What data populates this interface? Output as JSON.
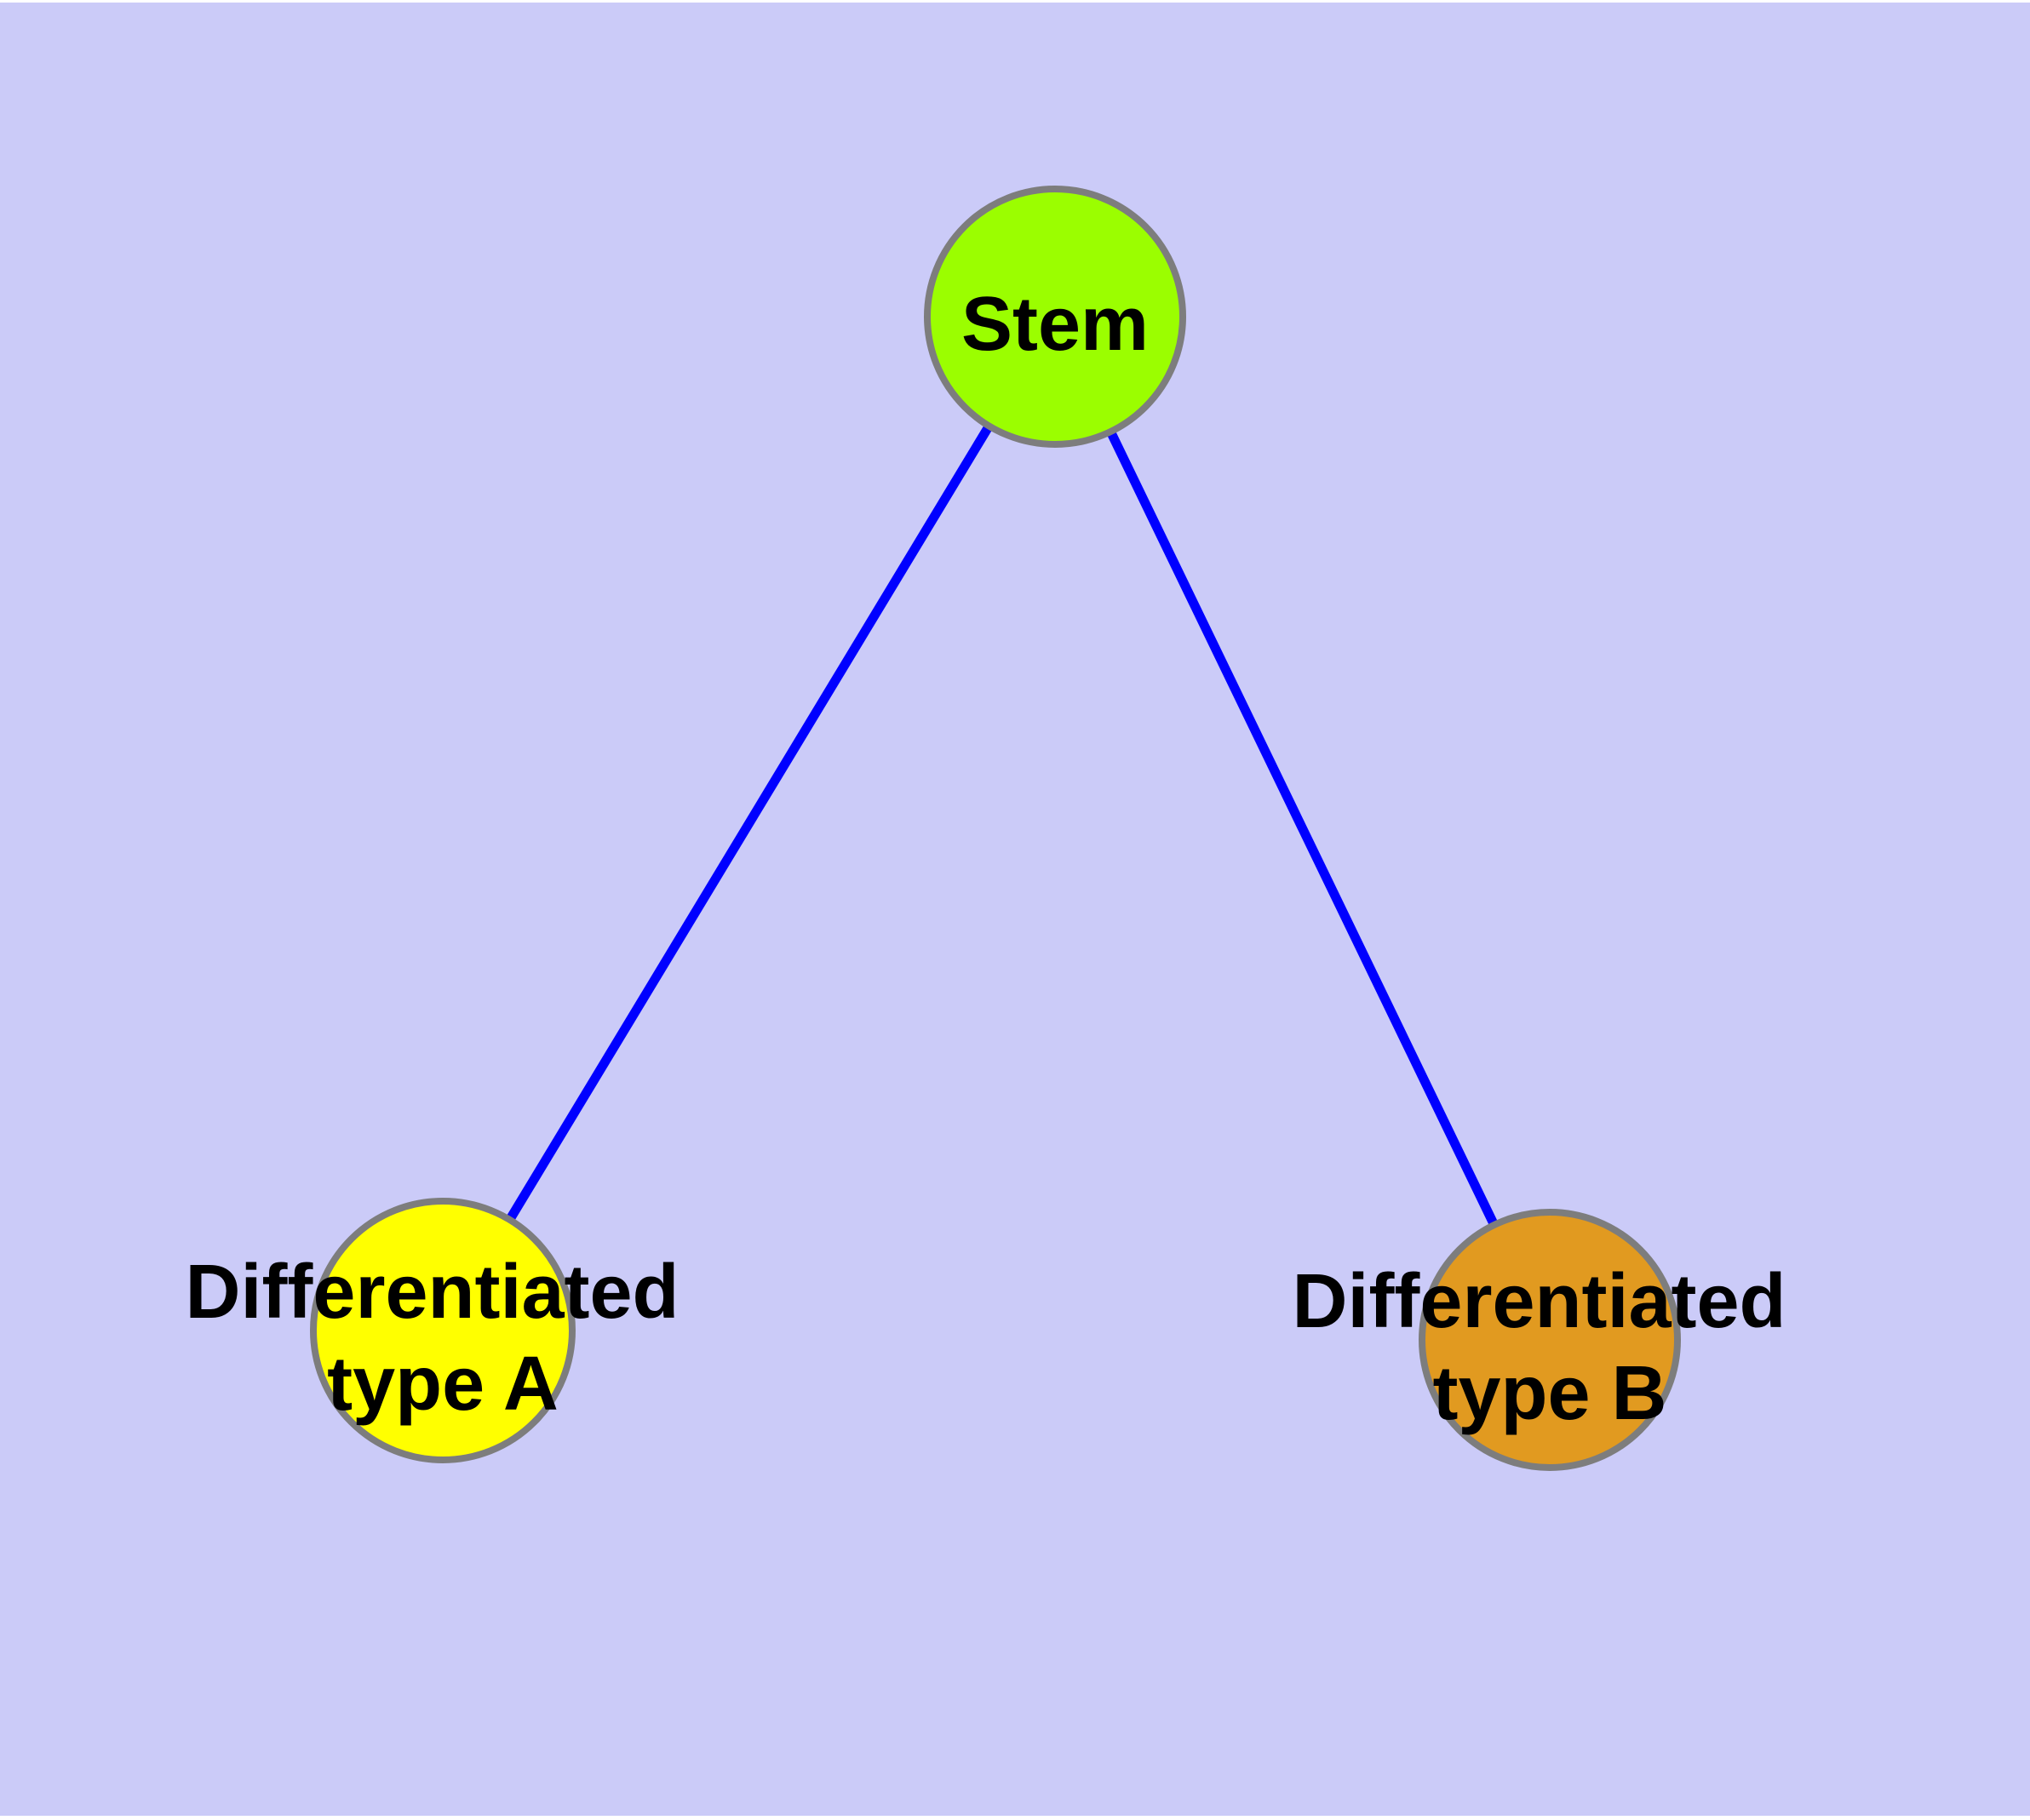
{
  "diagram": {
    "background_color": "#CBCBF8",
    "edge_color": "#0000FF",
    "node_border_color": "#7D7D7D",
    "label_color": "#000000",
    "nodes": {
      "stem": {
        "label": "Stem",
        "fill": "#9BFE00"
      },
      "type_a": {
        "label_line1": "Differentiated",
        "label_line2": "type A",
        "fill": "#FFFF00"
      },
      "type_b": {
        "label_line1": "Differentiated",
        "label_line2": "type B",
        "fill": "#E19A20"
      }
    },
    "edges": [
      {
        "from": "Stem",
        "to": "Differentiated type A"
      },
      {
        "from": "Stem",
        "to": "Differentiated type B"
      }
    ]
  }
}
